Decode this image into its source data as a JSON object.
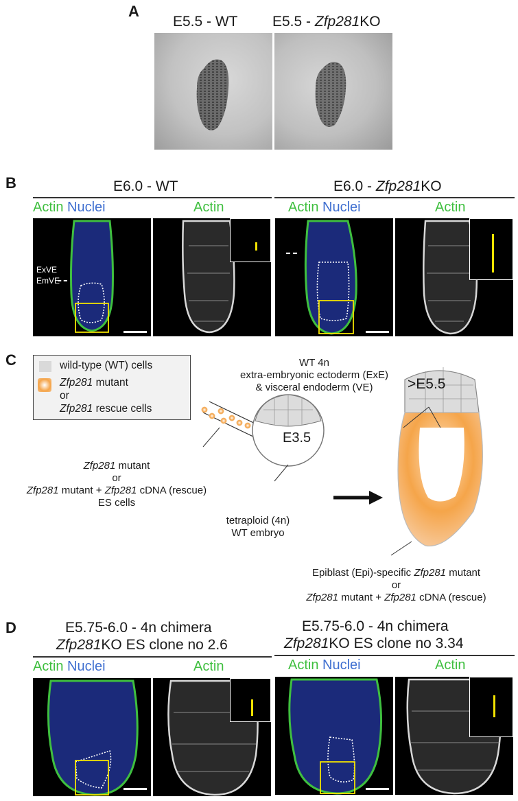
{
  "panelA": {
    "letter": "A",
    "wt_prefix": "E5.5 - WT",
    "ko_prefix": "E5.5 - ",
    "ko_gene": "Zfp281",
    "ko_suffix": "KO"
  },
  "panelB": {
    "letter": "B",
    "wt_title": "E6.0 - WT",
    "ko_title_prefix": "E6.0 - ",
    "ko_title_gene": "Zfp281",
    "ko_title_suffix": "KO",
    "actin": "Actin",
    "nuclei": "Nuclei",
    "exve": "ExVE",
    "emve": "EmVE"
  },
  "panelC": {
    "letter": "C",
    "legend_wt": "wild-type (WT) cells",
    "legend_mut_gene": "Zfp281",
    "legend_mut_suffix": " mutant",
    "legend_or": "or",
    "legend_rescue_gene": "Zfp281",
    "legend_rescue_suffix": " rescue cells",
    "es_l1_gene": "Zfp281",
    "es_l1_suffix": " mutant",
    "es_or": "or",
    "es_l3_gene1": "Zfp281",
    "es_l3_mid": " mutant + ",
    "es_l3_gene2": "Zfp281",
    "es_l3_suffix": " cDNA (rescue)",
    "es_l4": "ES cells",
    "e35": "E3.5",
    "tetra_l1": "tetraploid (4n)",
    "tetra_l2": "WT embryo",
    "wt4n_l1": "WT 4n",
    "wt4n_l2": "extra-embryonic ectoderm (ExE)",
    "wt4n_l3": "& visceral endoderm (VE)",
    "e55": ">E5.5",
    "epi_l1_prefix": "Epiblast (Epi)-specific ",
    "epi_l1_gene": "Zfp281",
    "epi_l1_suffix": " mutant",
    "epi_or": "or",
    "epi_l3_gene1": "Zfp281",
    "epi_l3_mid": " mutant + ",
    "epi_l3_gene2": "Zfp281",
    "epi_l3_suffix": " cDNA (rescue)"
  },
  "panelD": {
    "letter": "D",
    "left_t1": "E5.75-6.0 - 4n chimera",
    "left_t2_gene": "Zfp281",
    "left_t2_suffix": "KO ES clone no 2.6",
    "right_t1": "E5.75-6.0 - 4n chimera",
    "right_t2_gene": "Zfp281",
    "right_t2_suffix": "KO ES clone no 3.34",
    "actin": "Actin",
    "nuclei": "Nuclei"
  },
  "colors": {
    "actin_green": "#3fbf3f",
    "nuclei_blue": "#3f6fd0",
    "mutant_orange": "#f5a54a",
    "wt_gray": "#d9d9d9",
    "roi_yellow": "#f2e200"
  }
}
